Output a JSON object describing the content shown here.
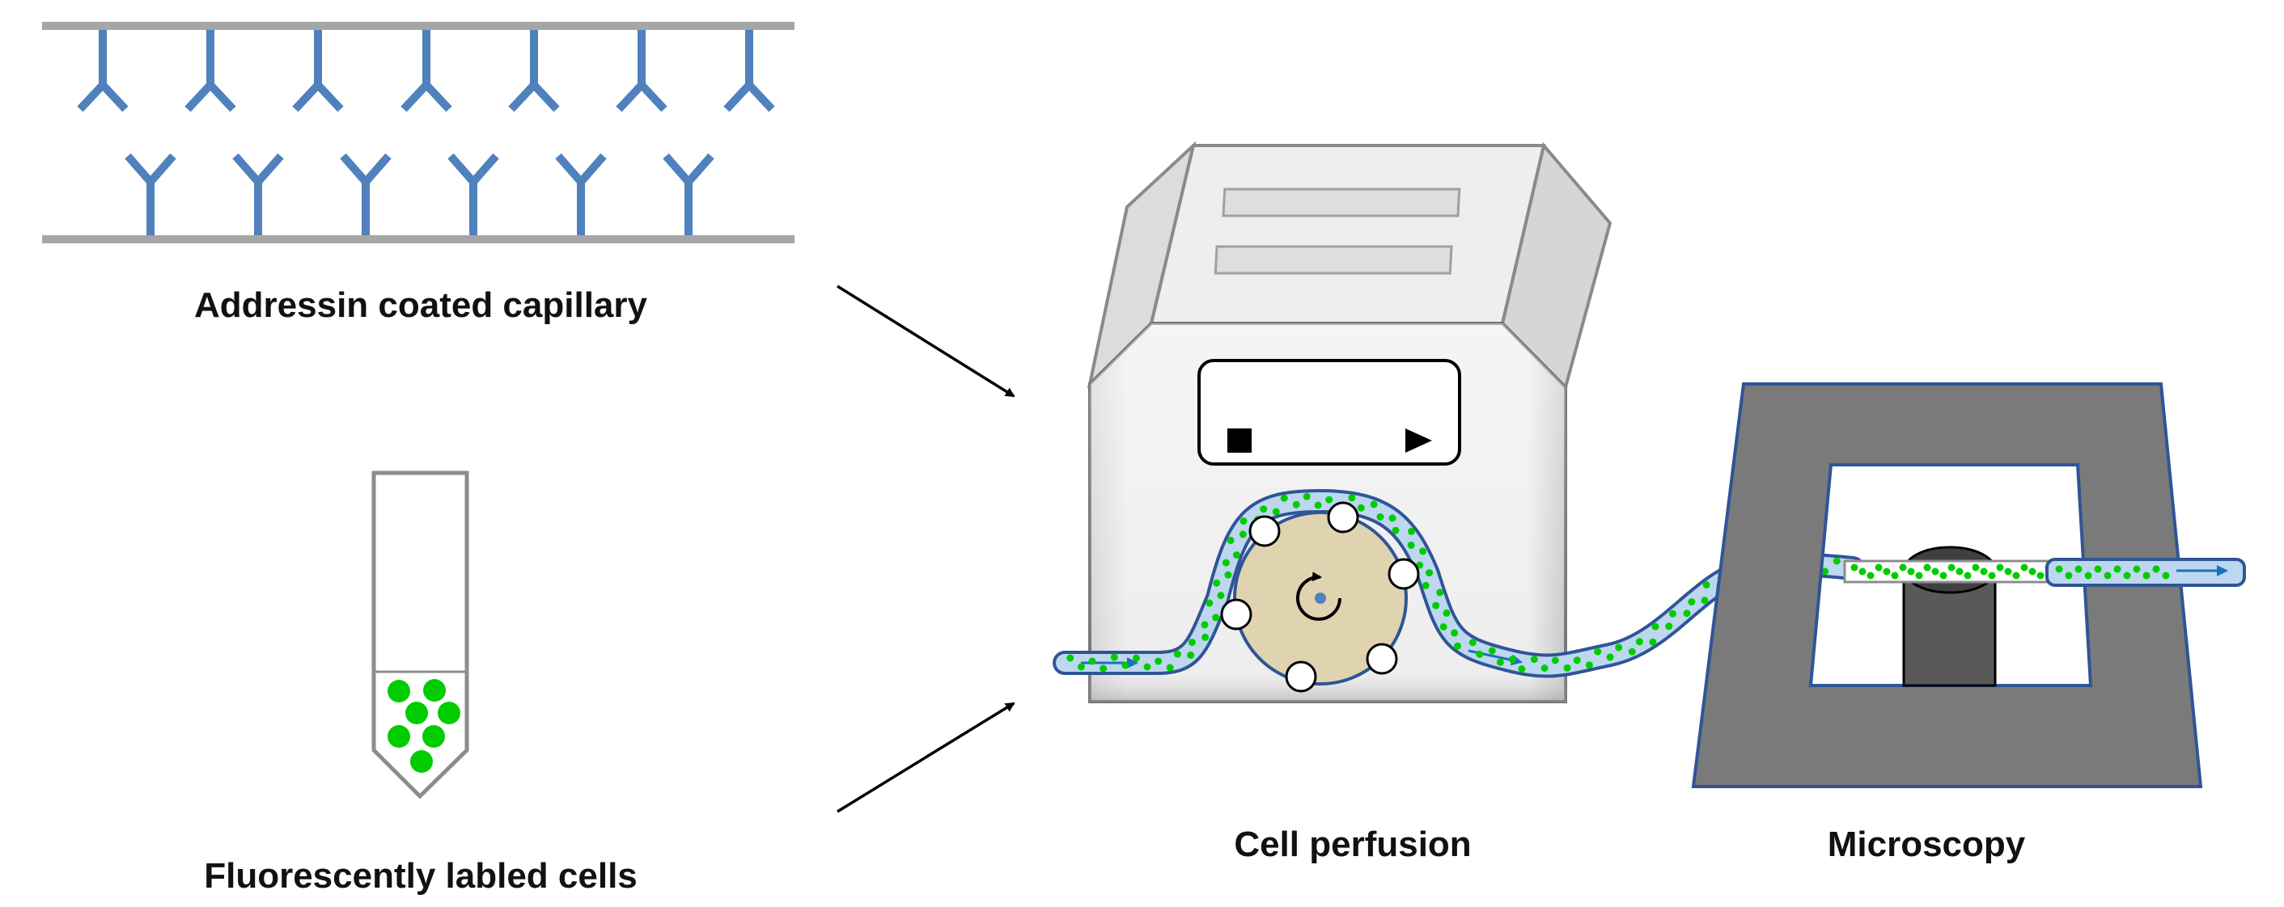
{
  "labels": {
    "capillary": "Addressin coated capillary",
    "cells": "Fluorescently labled cells",
    "perfusion": "Cell perfusion",
    "microscopy": "Microscopy"
  },
  "icons": {
    "stop": "stop-icon",
    "play": "play-icon",
    "rotation": "rotation-arrow-icon"
  },
  "colors": {
    "antibody": "#4f81bd",
    "cells": "#00cc00",
    "tube": "#a7c7e7",
    "tube_border": "#2f5597",
    "flow_arrow": "#1f6fbf",
    "pump_body": "#e6e6e6",
    "rotor": "#e0d4b0",
    "stage": "#7a7a7a",
    "objective": "#595959"
  }
}
